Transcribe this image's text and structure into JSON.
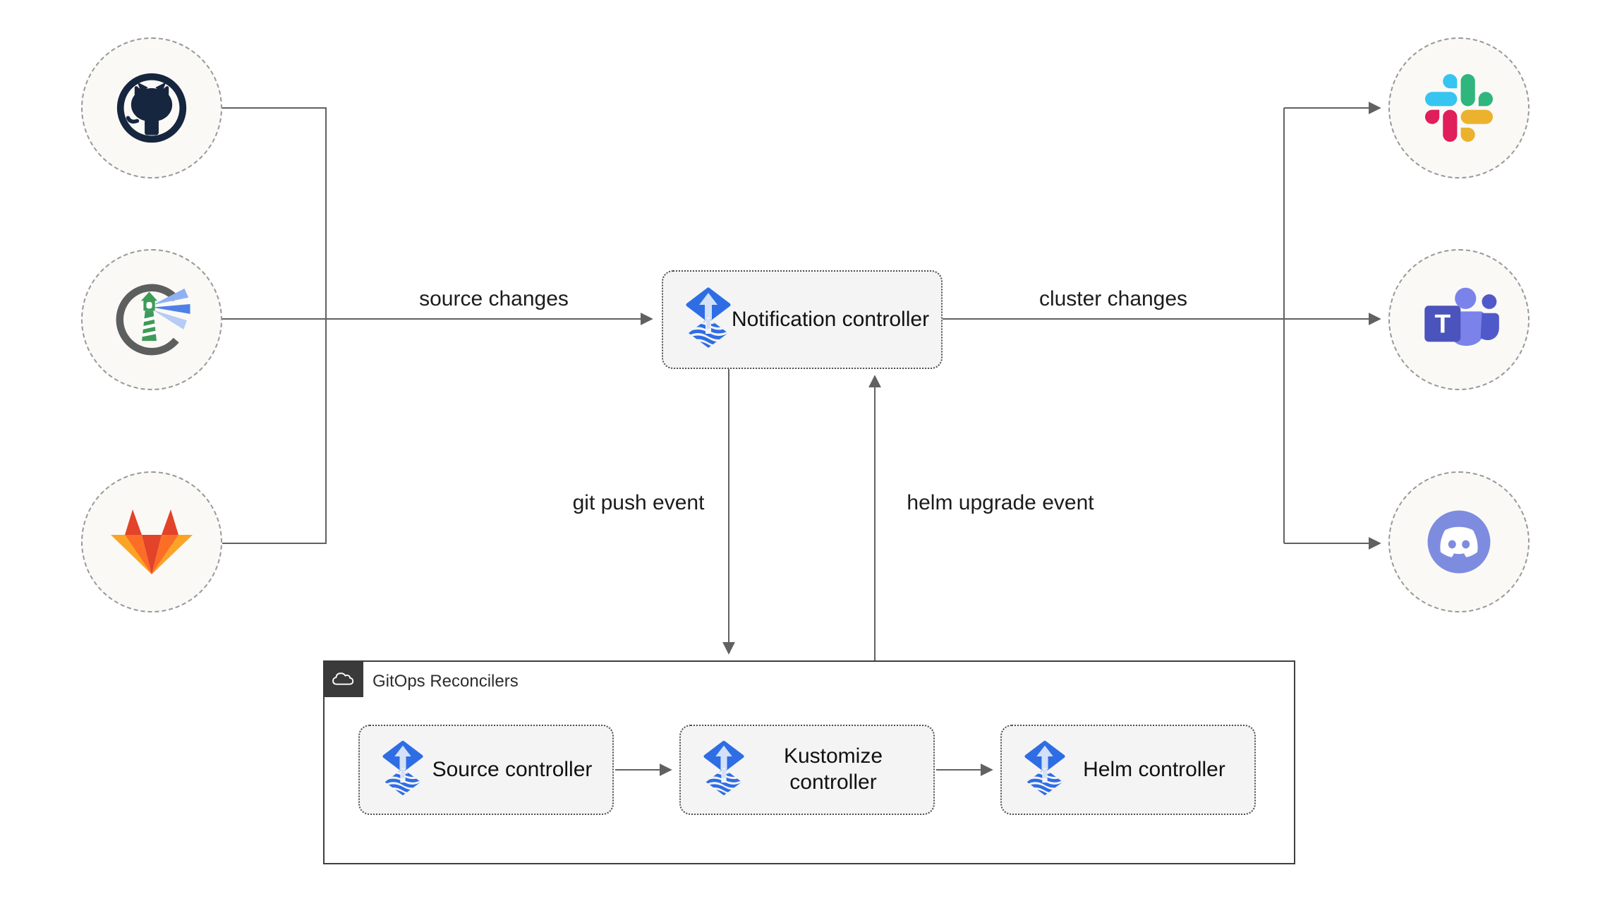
{
  "nodes": {
    "sources": [
      {
        "icon": "github-icon"
      },
      {
        "icon": "harbor-icon"
      },
      {
        "icon": "gitlab-icon"
      }
    ],
    "notification": {
      "label": "Notification controller",
      "icon": "flux-icon"
    },
    "targets": [
      {
        "icon": "slack-icon"
      },
      {
        "icon": "microsoft-teams-icon"
      },
      {
        "icon": "discord-icon"
      }
    ]
  },
  "edges": {
    "source_changes": "source changes",
    "cluster_changes": "cluster changes",
    "git_push": "git push event",
    "helm_upgrade": "helm upgrade event"
  },
  "reconcilers": {
    "title": "GitOps Reconcilers",
    "tag_icon": "cloud-icon",
    "items": [
      {
        "label": "Source controller",
        "icon": "flux-icon"
      },
      {
        "label": "Kustomize controller",
        "icon": "flux-icon"
      },
      {
        "label": "Helm controller",
        "icon": "flux-icon"
      }
    ]
  },
  "icons": {
    "teams_letter": "T"
  },
  "colors": {
    "flux_blue": "#2e6de4",
    "flux_arrow_light": "#d3e0f7",
    "line_gray": "#616161",
    "box_fill": "#f4f4f4",
    "circle_fill": "#faf9f6",
    "container_border": "#3f3f3f",
    "container_tag_bg": "#3a3a3a",
    "github_dark": "#16263e",
    "harbor_green": "#3d9b57",
    "harbor_ring": "#5d5f5e",
    "gitlab_red": "#e24329",
    "gitlab_orange": "#fc6d26",
    "gitlab_yellow": "#fca326",
    "slack_blue": "#36C5F0",
    "slack_green": "#2EB67D",
    "slack_yellow": "#ECB22E",
    "slack_pink": "#E01E5A",
    "teams_purple": "#4b53bc",
    "teams_light": "#7b83eb",
    "discord_blurple": "#7e8ce0"
  }
}
